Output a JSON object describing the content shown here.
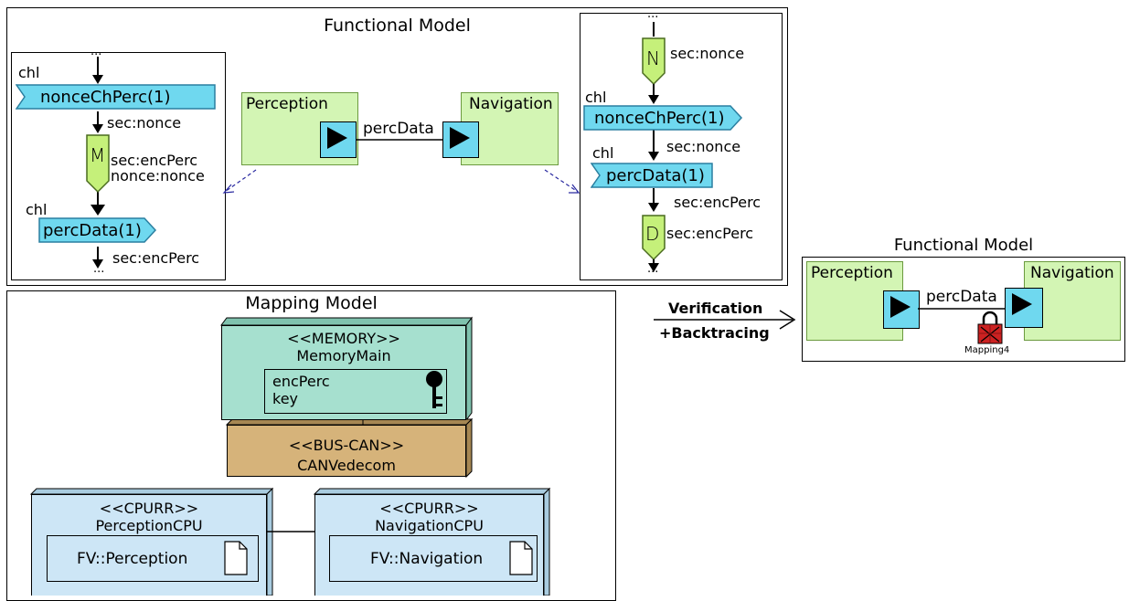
{
  "functional_top": {
    "title": "Functional Model",
    "perception": "Perception",
    "navigation": "Navigation",
    "link_label": "percData",
    "left_detail": {
      "dots_top": "...",
      "chl_1": "chl",
      "channel_1": "nonceChPerc(1)",
      "label_1": "sec:nonce",
      "op_glyph": "M",
      "op_label_1": "sec:encPerc",
      "op_label_2": "nonce:nonce",
      "chl_2": "chl",
      "channel_2": "percData(1)",
      "label_2": "sec:encPerc",
      "dots_bottom": "..."
    },
    "right_detail": {
      "dots_top": "...",
      "op1_glyph": "N",
      "op1_label": "sec:nonce",
      "chl_1": "chl",
      "channel_1": "nonceChPerc(1)",
      "label_1": "sec:nonce",
      "chl_2": "chl",
      "channel_2": "percData(1)",
      "label_2": "sec:encPerc",
      "op2_glyph": "D",
      "op2_label": "sec:encPerc",
      "dots_bottom": "..."
    }
  },
  "mapping": {
    "title": "Mapping Model",
    "memory_stereotype": "<<MEMORY>>",
    "memory_name": "MemoryMain",
    "memory_item_1": "encPerc",
    "memory_item_2": "key",
    "bus_stereotype": "<<BUS-CAN>>",
    "bus_name": "CANVedecom",
    "cpu1_stereotype": "<<CPURR>>",
    "cpu1_name": "PerceptionCPU",
    "cpu1_fn": "FV::Perception",
    "cpu2_stereotype": "<<CPURR>>",
    "cpu2_name": "NavigationCPU",
    "cpu2_fn": "FV::Navigation"
  },
  "arrow": {
    "line1": "Verification",
    "line2": "+Backtracing"
  },
  "functional_right": {
    "title": "Functional Model",
    "perception": "Perception",
    "navigation": "Navigation",
    "link_label": "percData",
    "lock_label": "Mapping4"
  },
  "colors": {
    "component_fill": "#d3f5b4",
    "port_fill": "#6fd8ef",
    "operator_fill": "#c5f07a",
    "memory_fill": "#a6e0cf",
    "bus_fill": "#d6b37a",
    "cpu_fill": "#cde6f6",
    "lock_red": "#cc2222"
  }
}
